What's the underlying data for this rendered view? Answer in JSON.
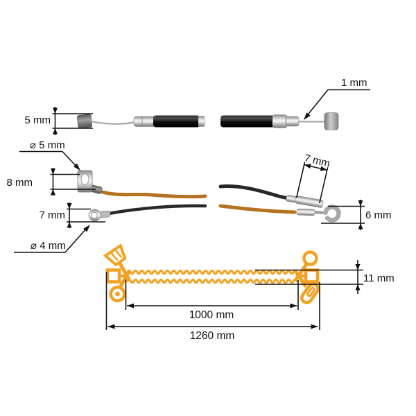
{
  "colors": {
    "accent": "#F5A11E",
    "line": "#111111",
    "wire_orange": "#b5721f",
    "wire_black": "#282828"
  },
  "dimensions": {
    "nipple_height": "5 mm",
    "inner_wire_diameter": "1 mm",
    "tab_hole_diameter": "⌀ 5 mm",
    "tab_height": "8 mm",
    "sleeve_length": "7 mm",
    "eyelet_height": "7 mm",
    "eyelet_hole_diameter": "⌀ 4 mm",
    "hook_height": "6 mm",
    "housing_profile_height": "11 mm",
    "housing_length": "1000 mm",
    "overall_length": "1260 mm"
  }
}
